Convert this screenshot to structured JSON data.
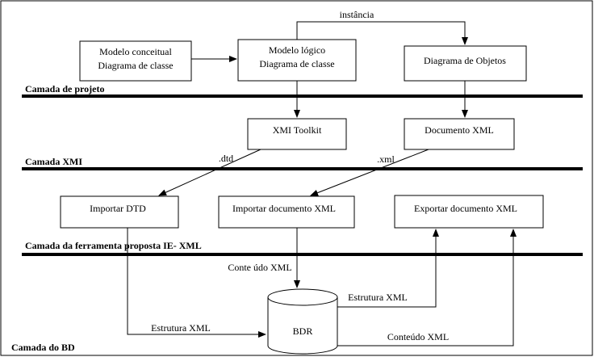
{
  "layers": {
    "projeto": "Camada de projeto",
    "xmi": "Camada XMI",
    "ferramenta": "Camada da ferramenta proposta  IE- XML",
    "bd": "Camada do BD"
  },
  "boxes": {
    "modelo_conceitual": {
      "line1": "Modelo  conceitual",
      "line2": "Diagrama de classe"
    },
    "modelo_logico": {
      "line1": "Modelo lógico",
      "line2": "Diagrama de classe"
    },
    "diagrama_objetos": {
      "line1": "Diagrama de  Objetos"
    },
    "xmi_toolkit": {
      "line1": "XMI Toolkit"
    },
    "documento_xml": {
      "line1": "Documento XML"
    },
    "importar_dtd": {
      "line1": "Importar DTD"
    },
    "importar_documento": {
      "line1": "Importar  documento XML"
    },
    "exportar_documento": {
      "line1": "Exportar documento XML"
    },
    "bdr": {
      "line1": "BDR"
    }
  },
  "edge_labels": {
    "instancia": "instância",
    "dtd": ".dtd",
    "xml": ".xml",
    "conteudo_in": "Conte údo XML",
    "estrutura_in": "Estrutura  XML",
    "estrutura_out": "Estrutura  XML",
    "conteudo_out": "Conteúdo XML"
  },
  "colors": {
    "line": "#000000",
    "background": "#ffffff"
  }
}
